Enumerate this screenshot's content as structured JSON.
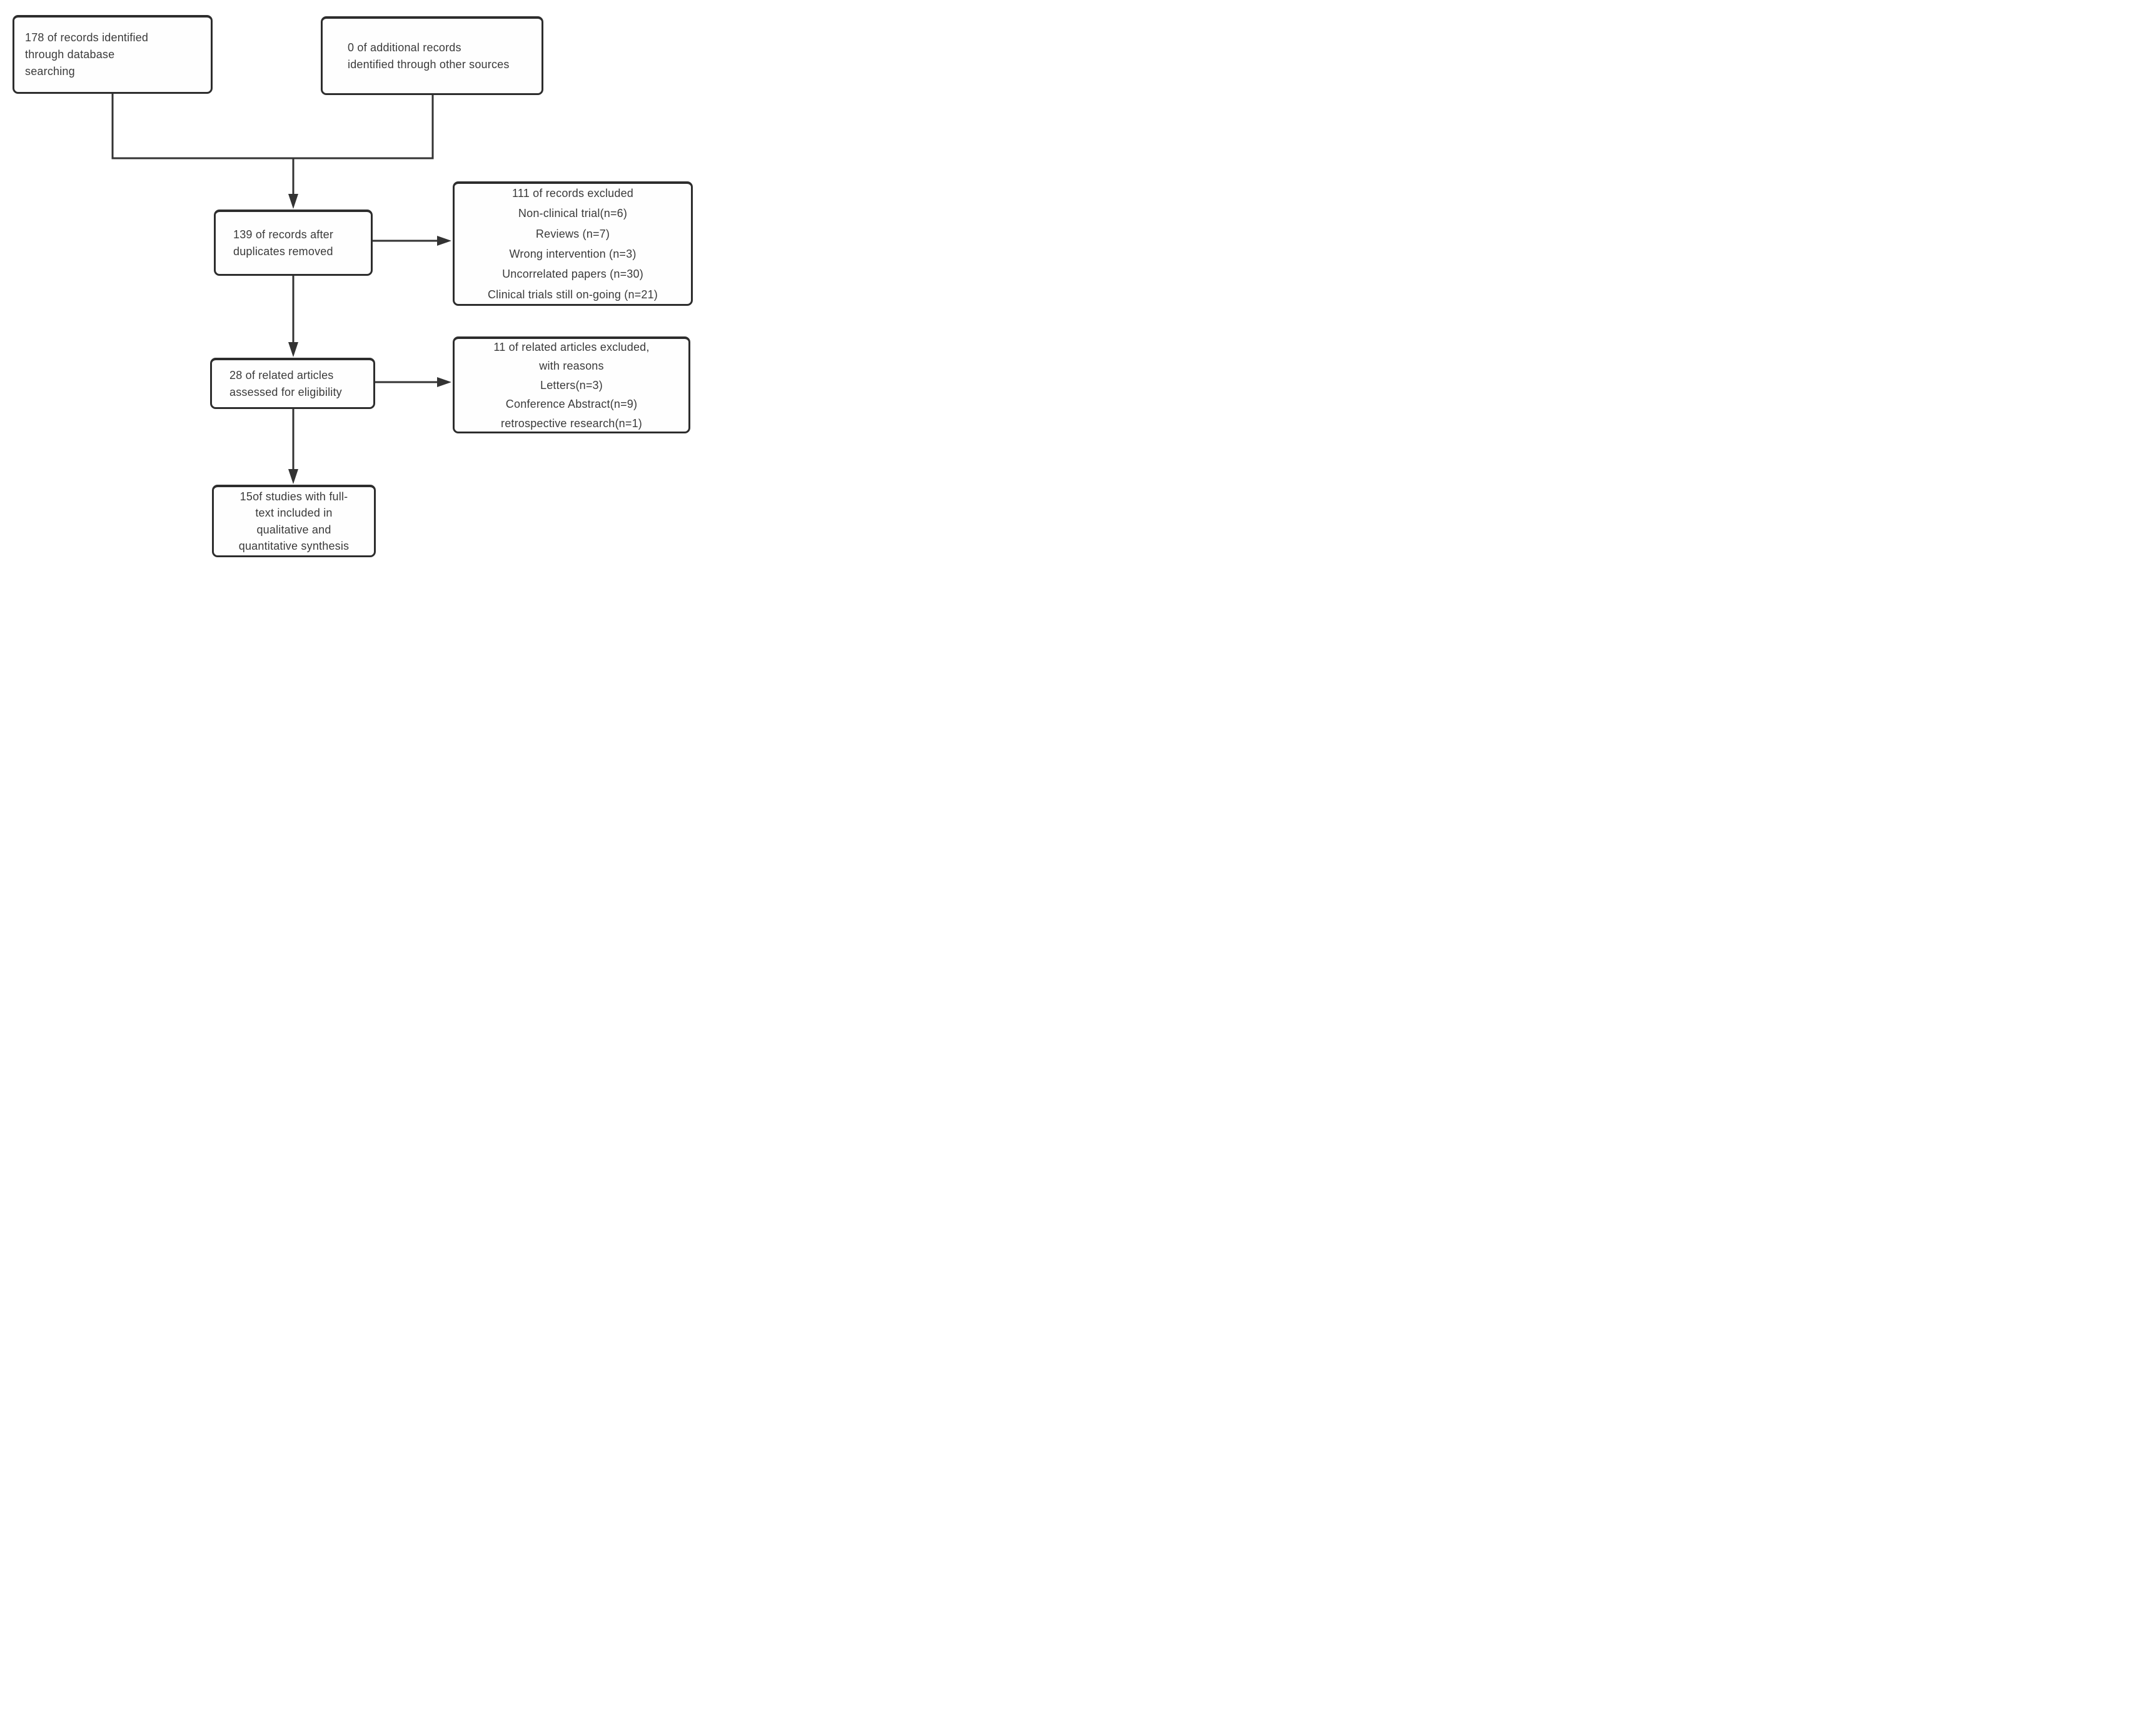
{
  "diagram": {
    "type": "prisma-flowchart",
    "colors": {
      "border": "#2d2d2d",
      "line": "#333333",
      "text": "#3a3a3a",
      "background": "#ffffff"
    },
    "boxes": {
      "identified": {
        "text": "178 of records identified\nthrough database\nsearching"
      },
      "additional": {
        "text": "0 of additional records\nidentified through other sources"
      },
      "deduplicated": {
        "text": "139 of records after\nduplicates removed"
      },
      "excluded_records": {
        "title": "111 of records excluded",
        "reasons": [
          "Non-clinical trial(n=6)",
          "Reviews (n=7)",
          "Wrong intervention (n=3)",
          "Uncorrelated papers (n=30)",
          "Clinical trials still on-going (n=21)"
        ]
      },
      "assessed": {
        "text": "28 of related articles\nassessed for eligibility"
      },
      "excluded_articles": {
        "title": "11 of related articles excluded,\nwith reasons",
        "reasons": [
          "Letters(n=3)",
          "Conference Abstract(n=9)",
          "retrospective research(n=1)"
        ]
      },
      "included": {
        "text": "15of studies with full-\ntext included in\nqualitative and\nquantitative synthesis"
      }
    }
  }
}
